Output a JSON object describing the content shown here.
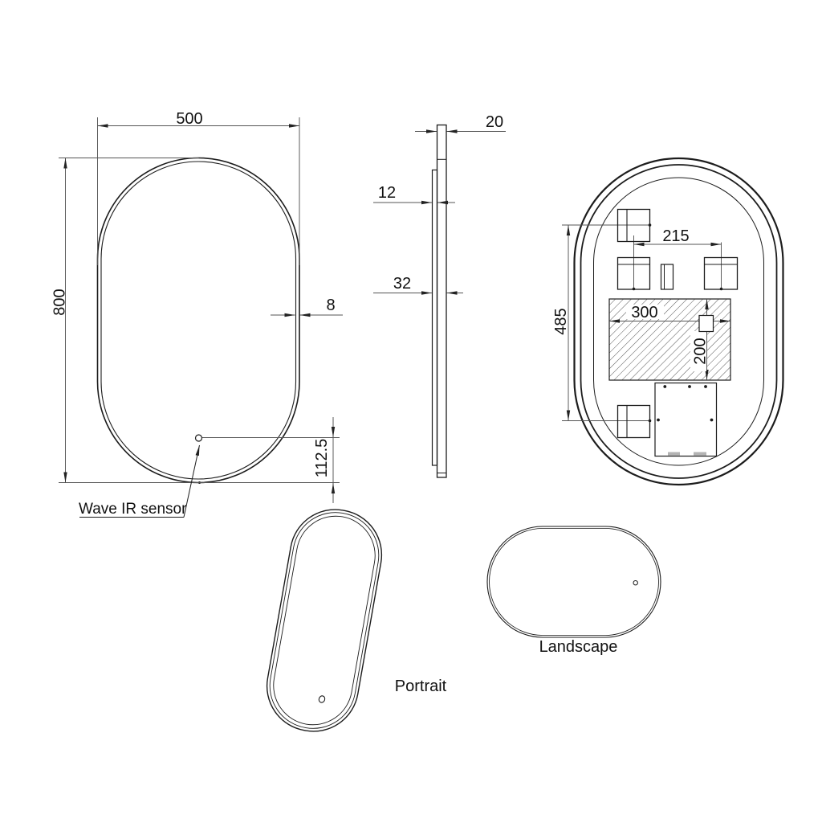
{
  "drawing": {
    "background_color": "#ffffff",
    "line_color": "#1c1c1c",
    "dim_line_color": "#555555",
    "front_view": {
      "width_mm": "500",
      "height_mm": "800",
      "frame_thickness_mm": "8",
      "sensor_offset_mm": "112.5",
      "sensor_label": "Wave IR sensor"
    },
    "side_view": {
      "frame_depth_mm": "20",
      "back_panel_mm": "12",
      "total_depth_mm": "32"
    },
    "back_view": {
      "bracket_spacing_horizontal_mm": "215",
      "bracket_spacing_vertical_mm": "485",
      "driver_box_width_mm": "300",
      "driver_box_height_mm": "200"
    },
    "orientations": {
      "portrait_label": "Portrait",
      "landscape_label": "Landscape"
    }
  }
}
